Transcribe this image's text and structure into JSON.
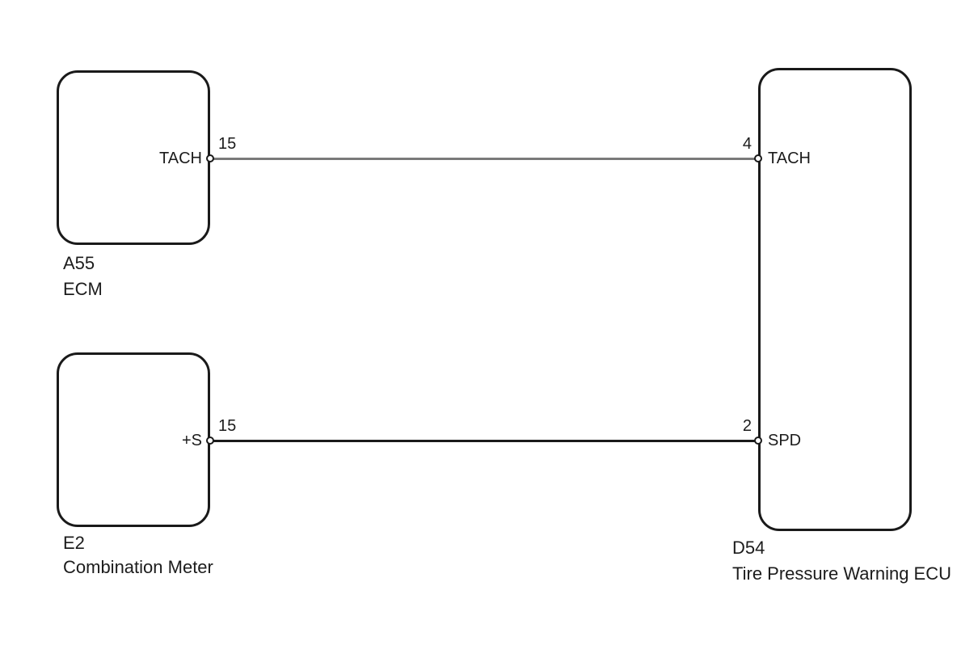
{
  "colors": {
    "background": "#ffffff",
    "line": "#1a1a1a",
    "text": "#1c1c1c",
    "wire_tach": "#7a7a7a",
    "wire_spd": "#1a1a1a"
  },
  "components": {
    "ecm": {
      "code": "A55",
      "name": "ECM",
      "pins": {
        "tach": {
          "number": "15",
          "label": "TACH"
        }
      }
    },
    "combination_meter": {
      "code": "E2",
      "name": "Combination Meter",
      "pins": {
        "plus_s": {
          "number": "15",
          "label": "+S"
        }
      }
    },
    "tire_pressure_warning_ecu": {
      "code": "D54",
      "name": "Tire Pressure Warning ECU",
      "pins": {
        "tach": {
          "number": "4",
          "label": "TACH"
        },
        "spd": {
          "number": "2",
          "label": "SPD"
        }
      }
    }
  },
  "wires": {
    "tach": {
      "from": "A55 ECM pin 15 (TACH)",
      "to": "D54 pin 4 (TACH)",
      "color": "#7a7a7a"
    },
    "spd": {
      "from": "E2 Combination Meter pin 15 (+S)",
      "to": "D54 pin 2 (SPD)",
      "color": "#1a1a1a"
    }
  }
}
